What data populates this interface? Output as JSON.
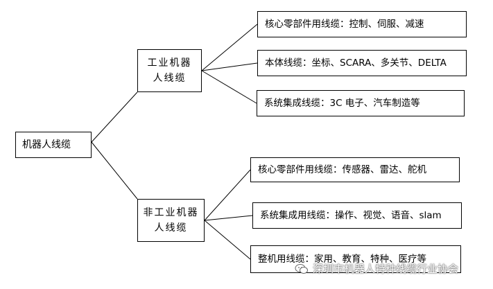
{
  "root": {
    "label": "机器人线缆"
  },
  "branches": [
    {
      "label": "工业机器人线缆",
      "children": [
        "核心零部件用线缆：控制、伺服、减速",
        "本体线缆：坐标、SCARA、多关节、DELTA",
        "系统集成线缆：3C 电子、汽车制造等"
      ]
    },
    {
      "label": "非工业机器人线缆",
      "children": [
        "核心零部件用线缆：传感器、雷达、舵机",
        "系统集成用线缆：操作、视觉、语音、slam",
        "整机用线缆：家用、教育、特种、医疗等"
      ]
    }
  ],
  "watermark": {
    "text": "深圳市机器人特种线缆行业协会",
    "icon": "wechat-icon"
  },
  "colors": {
    "line": "#000000",
    "box_border": "#000000",
    "background": "#ffffff"
  }
}
